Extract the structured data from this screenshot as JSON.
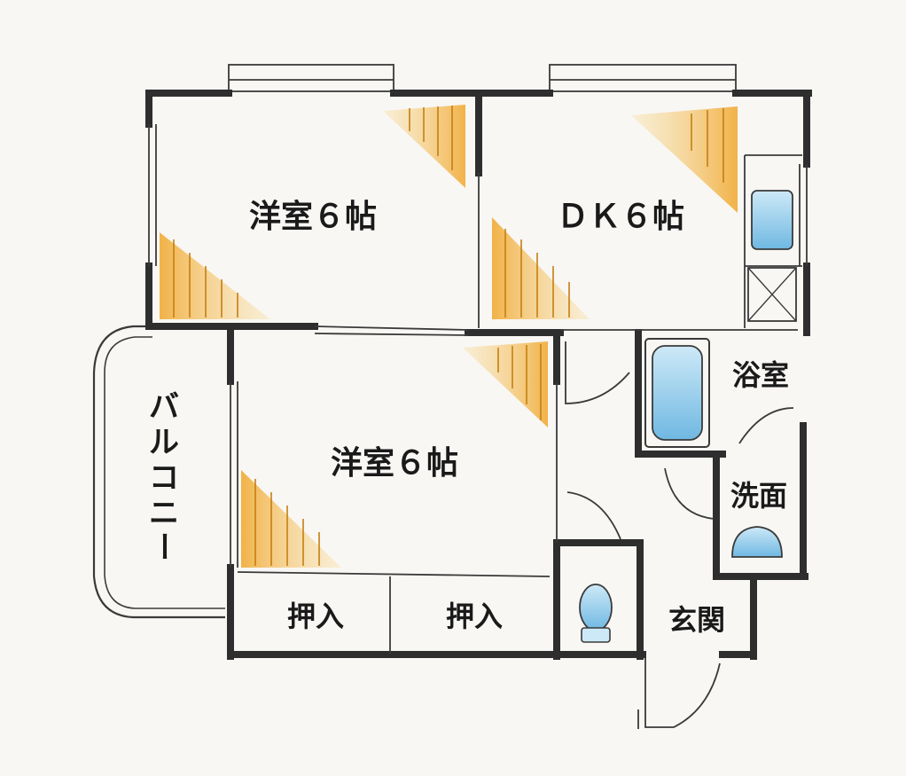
{
  "floor_plan": {
    "rooms": [
      {
        "id": "western1",
        "label": "洋室６帖"
      },
      {
        "id": "dk",
        "label": "ＤＫ６帖"
      },
      {
        "id": "western2",
        "label": "洋室６帖"
      },
      {
        "id": "bath",
        "label": "浴室"
      },
      {
        "id": "washroom",
        "label": "洗面"
      },
      {
        "id": "entrance",
        "label": "玄関"
      },
      {
        "id": "closet1",
        "label": "押入"
      },
      {
        "id": "closet2",
        "label": "押入"
      }
    ],
    "balcony": {
      "chars": [
        "バ",
        "ル",
        "コ",
        "ニ",
        "ー"
      ]
    }
  },
  "colors": {
    "wall": "#2e2e2e",
    "line": "#3a3a3a",
    "sunlight": "#f0a62a",
    "sunlight_light": "#f6cf7a",
    "water": "#7ec2e6",
    "paper": "#f8f7f4"
  }
}
